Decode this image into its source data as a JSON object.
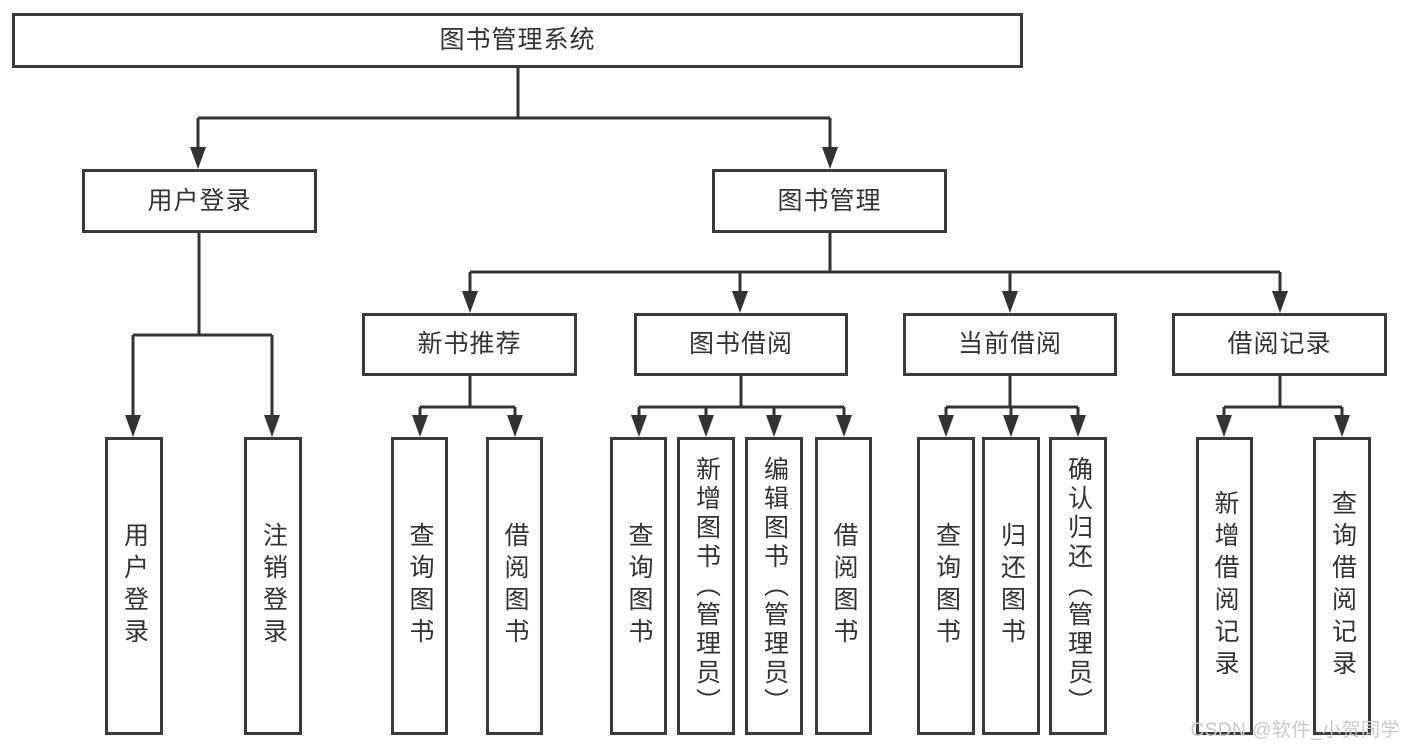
{
  "tree": {
    "label": "图书管理系统",
    "children": [
      {
        "label": "用户登录",
        "children": [
          {
            "label": "用户登录"
          },
          {
            "label": "注销登录"
          }
        ]
      },
      {
        "label": "图书管理",
        "children": [
          {
            "label": "新书推荐",
            "children": [
              {
                "label": "查询图书"
              },
              {
                "label": "借阅图书"
              }
            ]
          },
          {
            "label": "图书借阅",
            "children": [
              {
                "label": "查询图书"
              },
              {
                "label": "新增图书（管理员）"
              },
              {
                "label": "编辑图书（管理员）"
              },
              {
                "label": "借阅图书"
              }
            ]
          },
          {
            "label": "当前借阅",
            "children": [
              {
                "label": "查询图书"
              },
              {
                "label": "归还图书"
              },
              {
                "label": "确认归还（管理员）"
              }
            ]
          },
          {
            "label": "借阅记录",
            "children": [
              {
                "label": "新增借阅记录"
              },
              {
                "label": "查询借阅记录"
              }
            ]
          }
        ]
      }
    ]
  },
  "colors": {
    "line": "#333333",
    "border": "#3a3a3a",
    "text": "#333333",
    "watermark": "#c9c9c9"
  },
  "watermark": "CSDN @软件_小贺同学"
}
